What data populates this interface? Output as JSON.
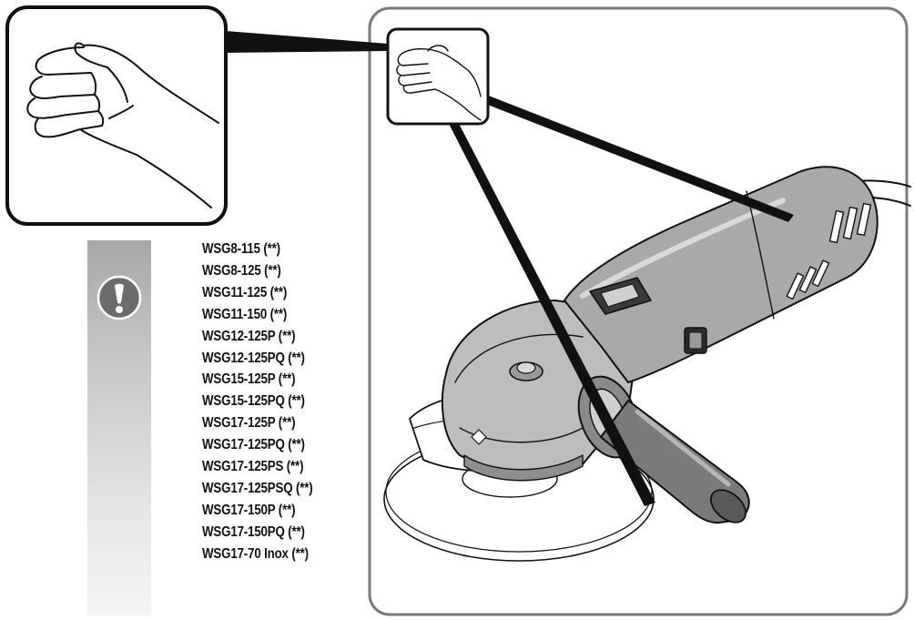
{
  "models": [
    "WSG8-115 (**)",
    "WSG8-125 (**)",
    "WSG11-125 (**)",
    "WSG11-150 (**)",
    "WSG12-125P (**)",
    "WSG12-125PQ (**)",
    "WSG15-125P (**)",
    "WSG15-125PQ (**)",
    "WSG17-125P (**)",
    "WSG17-125PQ (**)",
    "WSG17-125PS (**)",
    "WSG17-125PSQ (**)",
    "WSG17-150P (**)",
    "WSG17-150PQ (**)",
    "WSG17-70 Inox (**)"
  ],
  "icons": {
    "warning": "exclamation-warning-icon",
    "hand": "hand-icon",
    "tool": "angle-grinder-illustration"
  },
  "colors": {
    "frame": "#7a7a7a",
    "line": "#111111",
    "warning_circle": "#6b6b6b",
    "warning_bar_top": "#a8a8a8",
    "warning_bar_bottom": "#f4f4f4"
  }
}
